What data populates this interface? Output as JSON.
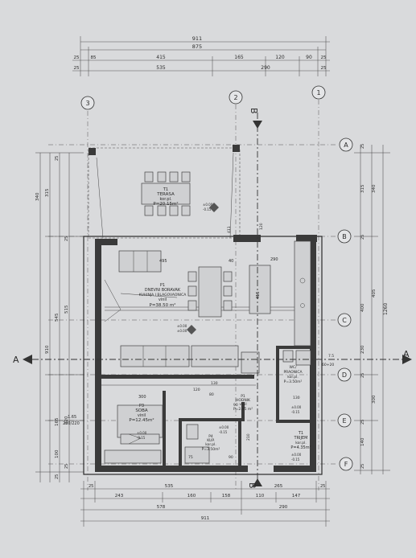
{
  "axes": {
    "grid_top": [
      "3",
      "2",
      "1"
    ],
    "grid_right": [
      "A",
      "B",
      "C",
      "D",
      "E",
      "F"
    ]
  },
  "section_marks": {
    "aa": "A",
    "bb": "B"
  },
  "top_dims": {
    "row1": [
      "911"
    ],
    "row2": [
      "875"
    ],
    "row3": [
      "25",
      "85",
      "415",
      "165",
      "120",
      "90",
      "25"
    ],
    "row4": [
      "25",
      "535",
      "290",
      "25"
    ]
  },
  "bottom_dims": {
    "row1": [
      "25",
      "535",
      "265",
      "25"
    ],
    "row2": [
      "243",
      "160",
      "158",
      "110",
      "147"
    ],
    "row3": [
      "578",
      "290"
    ],
    "row4": [
      "911"
    ]
  },
  "right_dims": [
    "25",
    "315",
    "25",
    "400",
    "230",
    "1260",
    "25",
    "300",
    "25",
    "140",
    "25",
    "340",
    "405"
  ],
  "left_dims": [
    "340",
    "315",
    "25",
    "545",
    "515",
    "910",
    "25",
    "165",
    "320",
    "100",
    "25",
    "25"
  ],
  "rooms": [
    {
      "id": "terasa",
      "lines": [
        "T1",
        "TERASA",
        "kor.pl.",
        "P=20.15m²"
      ]
    },
    {
      "id": "dnevni",
      "lines": [
        "P1",
        "DNEVNI BORAVAK",
        "KUHINJA I BLAGOVAONICA",
        "vinil",
        "P=38.50 m²"
      ]
    },
    {
      "id": "soba",
      "lines": [
        "P3",
        "SOBA",
        "vinil",
        "P=12.45m²"
      ]
    },
    {
      "id": "hodnik",
      "lines": [
        "P1",
        "HODNIK",
        "vinil",
        "P=2.85 m²"
      ]
    },
    {
      "id": "kupaona",
      "lines": [
        "P4",
        "KUP.",
        "kor.pl.",
        "P=3.50m²"
      ]
    },
    {
      "id": "praonica",
      "lines": [
        "WC/",
        "PRAONICA",
        "kor.pl.",
        "P=3.50m²"
      ]
    },
    {
      "id": "trijem",
      "lines": [
        "T1",
        "TRIJEM",
        "kor.pl.",
        "P=4.35m²"
      ]
    }
  ],
  "levels": {
    "terasa": [
      "±0.00",
      "-0.15"
    ],
    "dnevni": [
      "±0.00",
      "±0.00"
    ],
    "soba": [
      "±0.00",
      "-0.15"
    ],
    "kupaona": [
      "±0.00",
      "-0.15"
    ],
    "praonica": [
      "±0.00",
      "-0.15"
    ],
    "trijem": [
      "±0.00",
      "-0.15"
    ]
  },
  "inner_dims": {
    "living_495": "495",
    "living_40": "40",
    "living_290": "290",
    "living_415": "415",
    "terrace_411": "411",
    "terrace_120": "120",
    "c_60x20": "7.5",
    "c_6020b": "60+20",
    "soba_300": "300",
    "soba_120": "120",
    "soba_80": "80",
    "soba_165": "1.65",
    "soba_220": "220/220",
    "hall_90": "90",
    "hall_130": "130",
    "kup_75": "75",
    "kup_90": "90",
    "kup_210": "210",
    "kup_130": "130"
  }
}
